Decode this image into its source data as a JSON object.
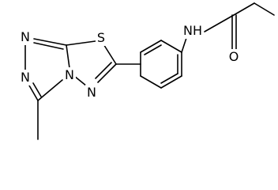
{
  "molecule": {
    "atoms": [
      {
        "id": "N_amide",
        "label": "NH"
      },
      {
        "id": "O_carbonyl",
        "label": "O"
      },
      {
        "id": "S1",
        "label": "S"
      },
      {
        "id": "N_a",
        "label": "N"
      },
      {
        "id": "N_b",
        "label": "N"
      },
      {
        "id": "N_c",
        "label": "N"
      },
      {
        "id": "N_d",
        "label": "N"
      }
    ]
  },
  "colors": {
    "bond": "#000000",
    "text": "#000000",
    "background": "#ffffff"
  }
}
